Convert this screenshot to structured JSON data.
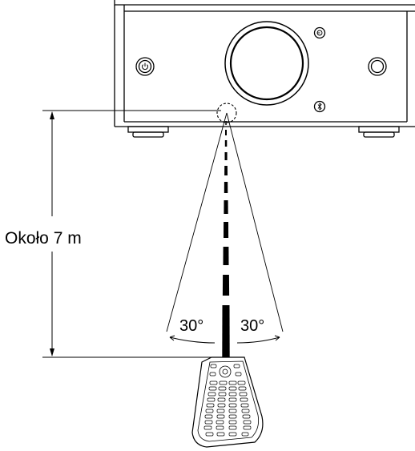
{
  "distance_label": "Około 7 m",
  "angle_left_label": "30°",
  "angle_right_label": "30°",
  "colors": {
    "line": "#000000",
    "background": "#ffffff"
  },
  "icons": {
    "device_power": "power-icon",
    "device_input": "input-icon",
    "device_bluetooth": "bluetooth-icon"
  }
}
